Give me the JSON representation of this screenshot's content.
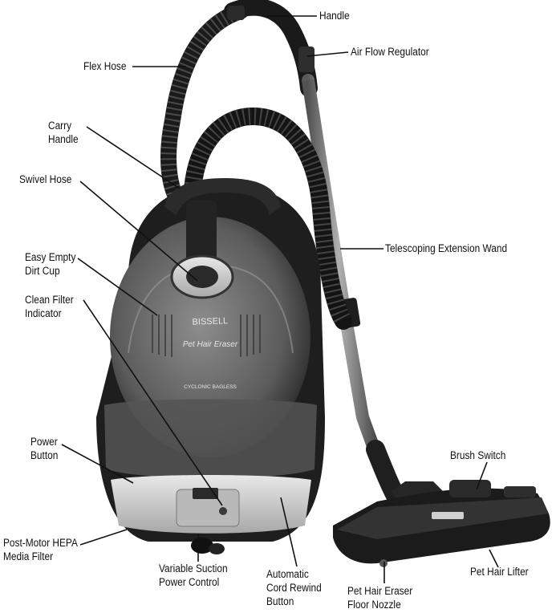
{
  "labels": {
    "handle": "Handle",
    "air_flow_regulator": "Air Flow Regulator",
    "flex_hose": "Flex Hose",
    "carry_handle": [
      "Carry",
      "Handle"
    ],
    "swivel_hose": "Swivel Hose",
    "easy_empty_dirt_cup": [
      "Easy Empty",
      "Dirt Cup"
    ],
    "clean_filter_indicator": [
      "Clean Filter",
      "Indicator"
    ],
    "telescoping_extension_wand": "Telescoping Extension Wand",
    "power_button": [
      "Power",
      "Button"
    ],
    "brush_switch": "Brush Switch",
    "post_motor_hepa_media_filter": [
      "Post-Motor HEPA",
      "Media Filter"
    ],
    "variable_suction_power_control": [
      "Variable Suction",
      "Power Control"
    ],
    "automatic_cord_rewind_button": [
      "Automatic",
      "Cord Rewind",
      "Button"
    ],
    "pet_hair_eraser_floor_nozzle": [
      "Pet Hair Eraser",
      "Floor Nozzle"
    ],
    "pet_hair_lifter": "Pet Hair Lifter"
  },
  "product_markings": {
    "brand": "BISSELL",
    "model": "Pet Hair Eraser",
    "feature": "CYCLONIC BAGLESS"
  },
  "colors": {
    "body_dark": "#1c1c1c",
    "body_mid": "#3a3a3a",
    "canister_clear": "#6e6e6e",
    "silver": "#c8c8c8",
    "wand_metal": "#9a9a9a",
    "leader_line": "#111111"
  }
}
